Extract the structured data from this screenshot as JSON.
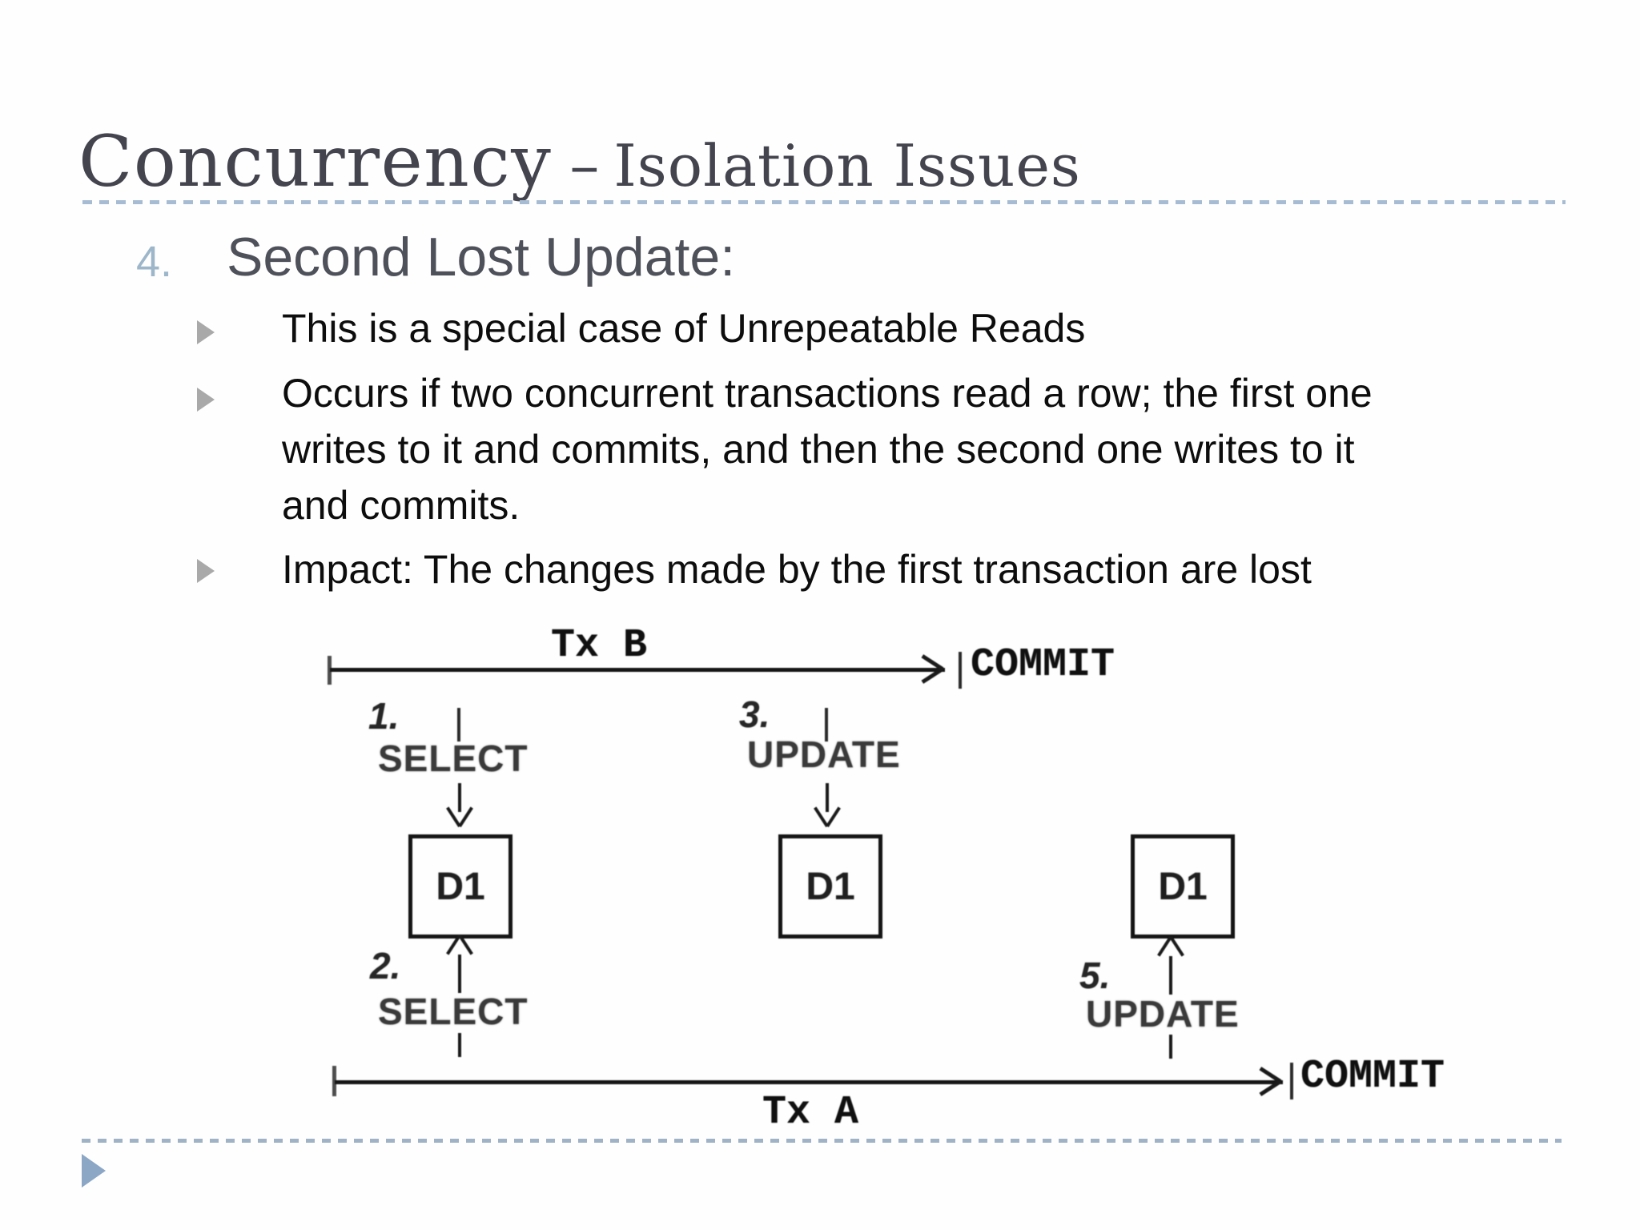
{
  "slide": {
    "title": {
      "main": "Concurrency",
      "separator": "–",
      "sub": "Isolation Issues"
    },
    "section": {
      "number": "4.",
      "heading": "Second Lost Update:"
    },
    "bullets": [
      {
        "lines": [
          "This is a special case of Unrepeatable Reads"
        ]
      },
      {
        "lines": [
          "Occurs if two concurrent transactions read a row; the first one",
          "writes to it and commits, and then the second one writes to it",
          "and commits."
        ]
      },
      {
        "lines": [
          "Impact: The changes made by the first transaction are lost"
        ]
      }
    ],
    "diagram": {
      "tx_b": {
        "name": "Tx B",
        "commit_label": "COMMIT"
      },
      "tx_a": {
        "name": "Tx A",
        "commit_label": "COMMIT"
      },
      "step1": {
        "number": "1.",
        "operation": "SELECT"
      },
      "step2": {
        "number": "2.",
        "operation": "SELECT"
      },
      "step3": {
        "number": "3.",
        "operation": "UPDATE"
      },
      "step5": {
        "number": "5.",
        "operation": "UPDATE"
      },
      "data_item": "D1"
    },
    "colors": {
      "title": "#43444e",
      "divider": "#a7bcd3",
      "section_number": "#9db6ca",
      "heading": "#4e505a",
      "body_text": "#0d0d0d",
      "bullet_marker": "#a9a9a9",
      "diagram_ink": "#1a1a1a",
      "nav_triangle": "#8ca7c6"
    }
  }
}
